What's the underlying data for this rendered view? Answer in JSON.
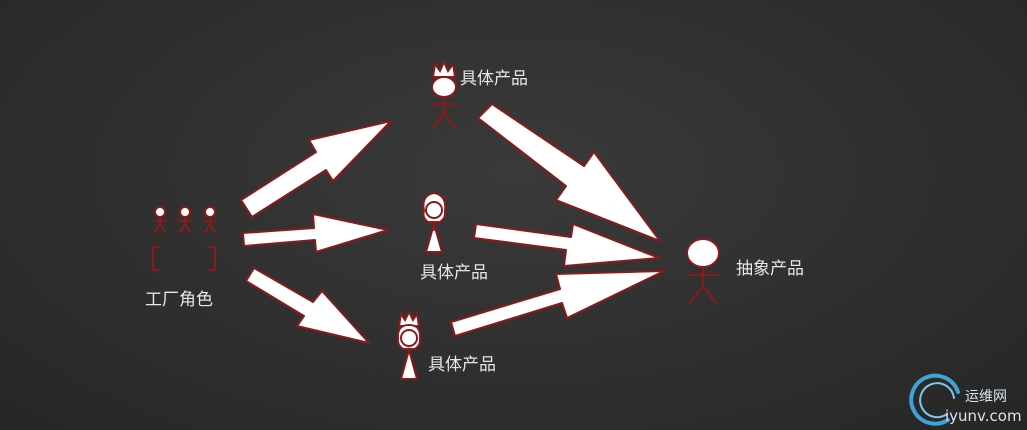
{
  "nodes": {
    "factory": {
      "label": "工厂角色"
    },
    "product_top": {
      "label": "具体产品"
    },
    "product_middle": {
      "label": "具体产品"
    },
    "product_bottom": {
      "label": "具体产品"
    },
    "abstract_product": {
      "label": "抽象产品"
    }
  },
  "watermark": {
    "brand": "运维网",
    "url": "iyunv.com"
  },
  "colors": {
    "background": "#2f2f2f",
    "arrow_fill": "#ffffff",
    "outline": "#8b1a1a",
    "text": "#e6e6e6"
  }
}
